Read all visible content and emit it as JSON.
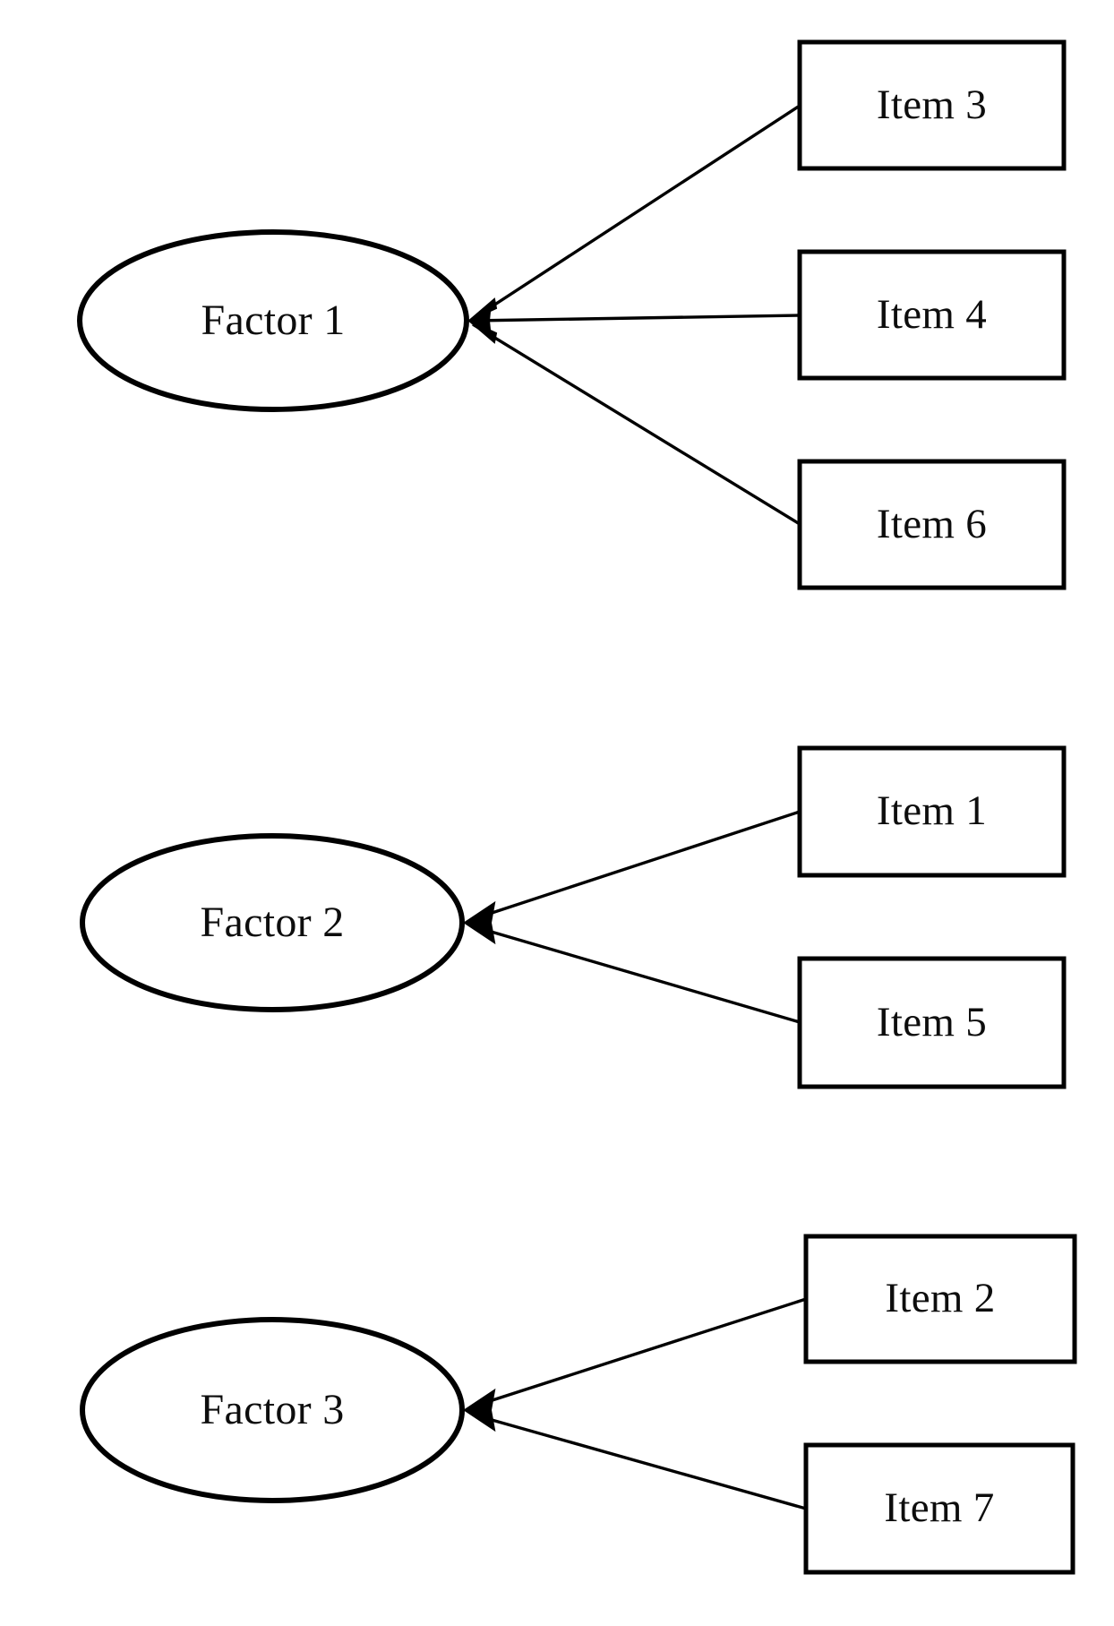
{
  "diagram": {
    "type": "confirmatory-factor-analysis-path-diagram",
    "background_color": "#ffffff",
    "stroke_color": "#000000",
    "text_color": "#0d0d0d",
    "factors": [
      {
        "id": "factor-1",
        "label": "Factor 1",
        "shape": "ellipse",
        "indicators": [
          "Item 3",
          "Item 4",
          "Item 6"
        ]
      },
      {
        "id": "factor-2",
        "label": "Factor 2",
        "shape": "ellipse",
        "indicators": [
          "Item 1",
          "Item 5"
        ]
      },
      {
        "id": "factor-3",
        "label": "Factor 3",
        "shape": "ellipse",
        "indicators": [
          "Item 2",
          "Item 7"
        ]
      }
    ],
    "items": [
      {
        "id": "item-3",
        "label": "Item 3",
        "shape": "rectangle",
        "factor": "Factor 1"
      },
      {
        "id": "item-4",
        "label": "Item 4",
        "shape": "rectangle",
        "factor": "Factor 1"
      },
      {
        "id": "item-6",
        "label": "Item 6",
        "shape": "rectangle",
        "factor": "Factor 1"
      },
      {
        "id": "item-1",
        "label": "Item 1",
        "shape": "rectangle",
        "factor": "Factor 2"
      },
      {
        "id": "item-5",
        "label": "Item 5",
        "shape": "rectangle",
        "factor": "Factor 2"
      },
      {
        "id": "item-2",
        "label": "Item 2",
        "shape": "rectangle",
        "factor": "Factor 3"
      },
      {
        "id": "item-7",
        "label": "Item 7",
        "shape": "rectangle",
        "factor": "Factor 3"
      }
    ],
    "edges": [
      {
        "from": "Item 3",
        "to": "Factor 1",
        "arrow": "single-headed",
        "direction": "item-to-factor"
      },
      {
        "from": "Item 4",
        "to": "Factor 1",
        "arrow": "single-headed",
        "direction": "item-to-factor"
      },
      {
        "from": "Item 6",
        "to": "Factor 1",
        "arrow": "single-headed",
        "direction": "item-to-factor"
      },
      {
        "from": "Item 1",
        "to": "Factor 2",
        "arrow": "single-headed",
        "direction": "item-to-factor"
      },
      {
        "from": "Item 5",
        "to": "Factor 2",
        "arrow": "single-headed",
        "direction": "item-to-factor"
      },
      {
        "from": "Item 2",
        "to": "Factor 3",
        "arrow": "single-headed",
        "direction": "item-to-factor"
      },
      {
        "from": "Item 7",
        "to": "Factor 3",
        "arrow": "single-headed",
        "direction": "item-to-factor"
      }
    ]
  }
}
